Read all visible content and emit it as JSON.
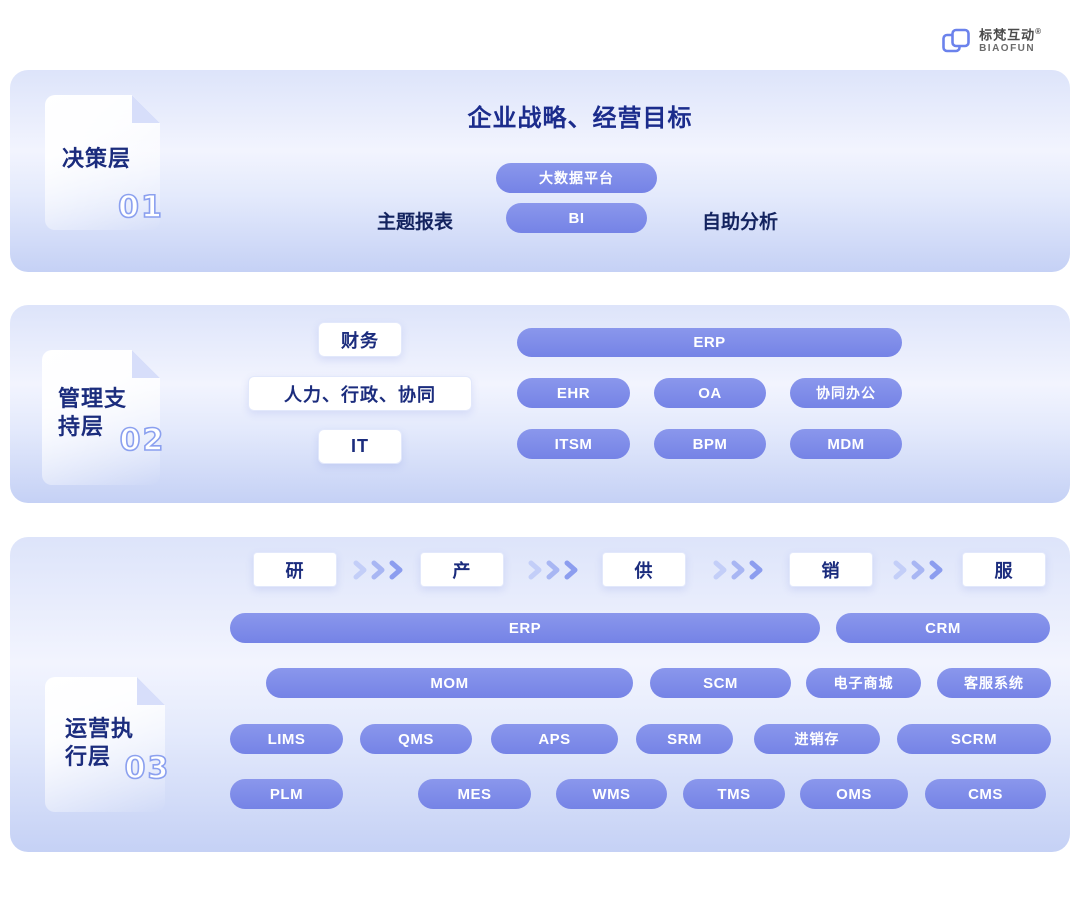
{
  "logo": {
    "brand_cn": "标梵互动",
    "registered": "®",
    "brand_en": "BIAOFUN"
  },
  "decision_layer": {
    "label": "决策层",
    "number": "01",
    "title": "企业战略、经营目标",
    "platform_pill": "大数据平台",
    "report_text": "主题报表",
    "bi_pill": "BI",
    "analysis_text": "自助分析"
  },
  "management_layer": {
    "label_line1": "管理支",
    "label_line2": "持层",
    "number": "02",
    "boxes": [
      "财务",
      "人力、行政、协同",
      "IT"
    ],
    "erp_pill": "ERP",
    "row1": [
      "EHR",
      "OA",
      "协同办公"
    ],
    "row2": [
      "ITSM",
      "BPM",
      "MDM"
    ]
  },
  "operation_layer": {
    "label_line1": "运营执",
    "label_line2": "行层",
    "number": "03",
    "chain": [
      "研",
      "产",
      "供",
      "销",
      "服"
    ],
    "row1": [
      "ERP",
      "CRM"
    ],
    "row2": [
      "MOM",
      "SCM",
      "电子商城",
      "客服系统"
    ],
    "row3": [
      "LIMS",
      "QMS",
      "APS",
      "SRM",
      "进销存",
      "SCRM"
    ],
    "row4": [
      "PLM",
      "MES",
      "WMS",
      "TMS",
      "OMS",
      "CMS"
    ]
  },
  "colors": {
    "pill": "#7E8CE8",
    "panel_text": "#1B2C7D",
    "title": "#1B2C8C"
  }
}
